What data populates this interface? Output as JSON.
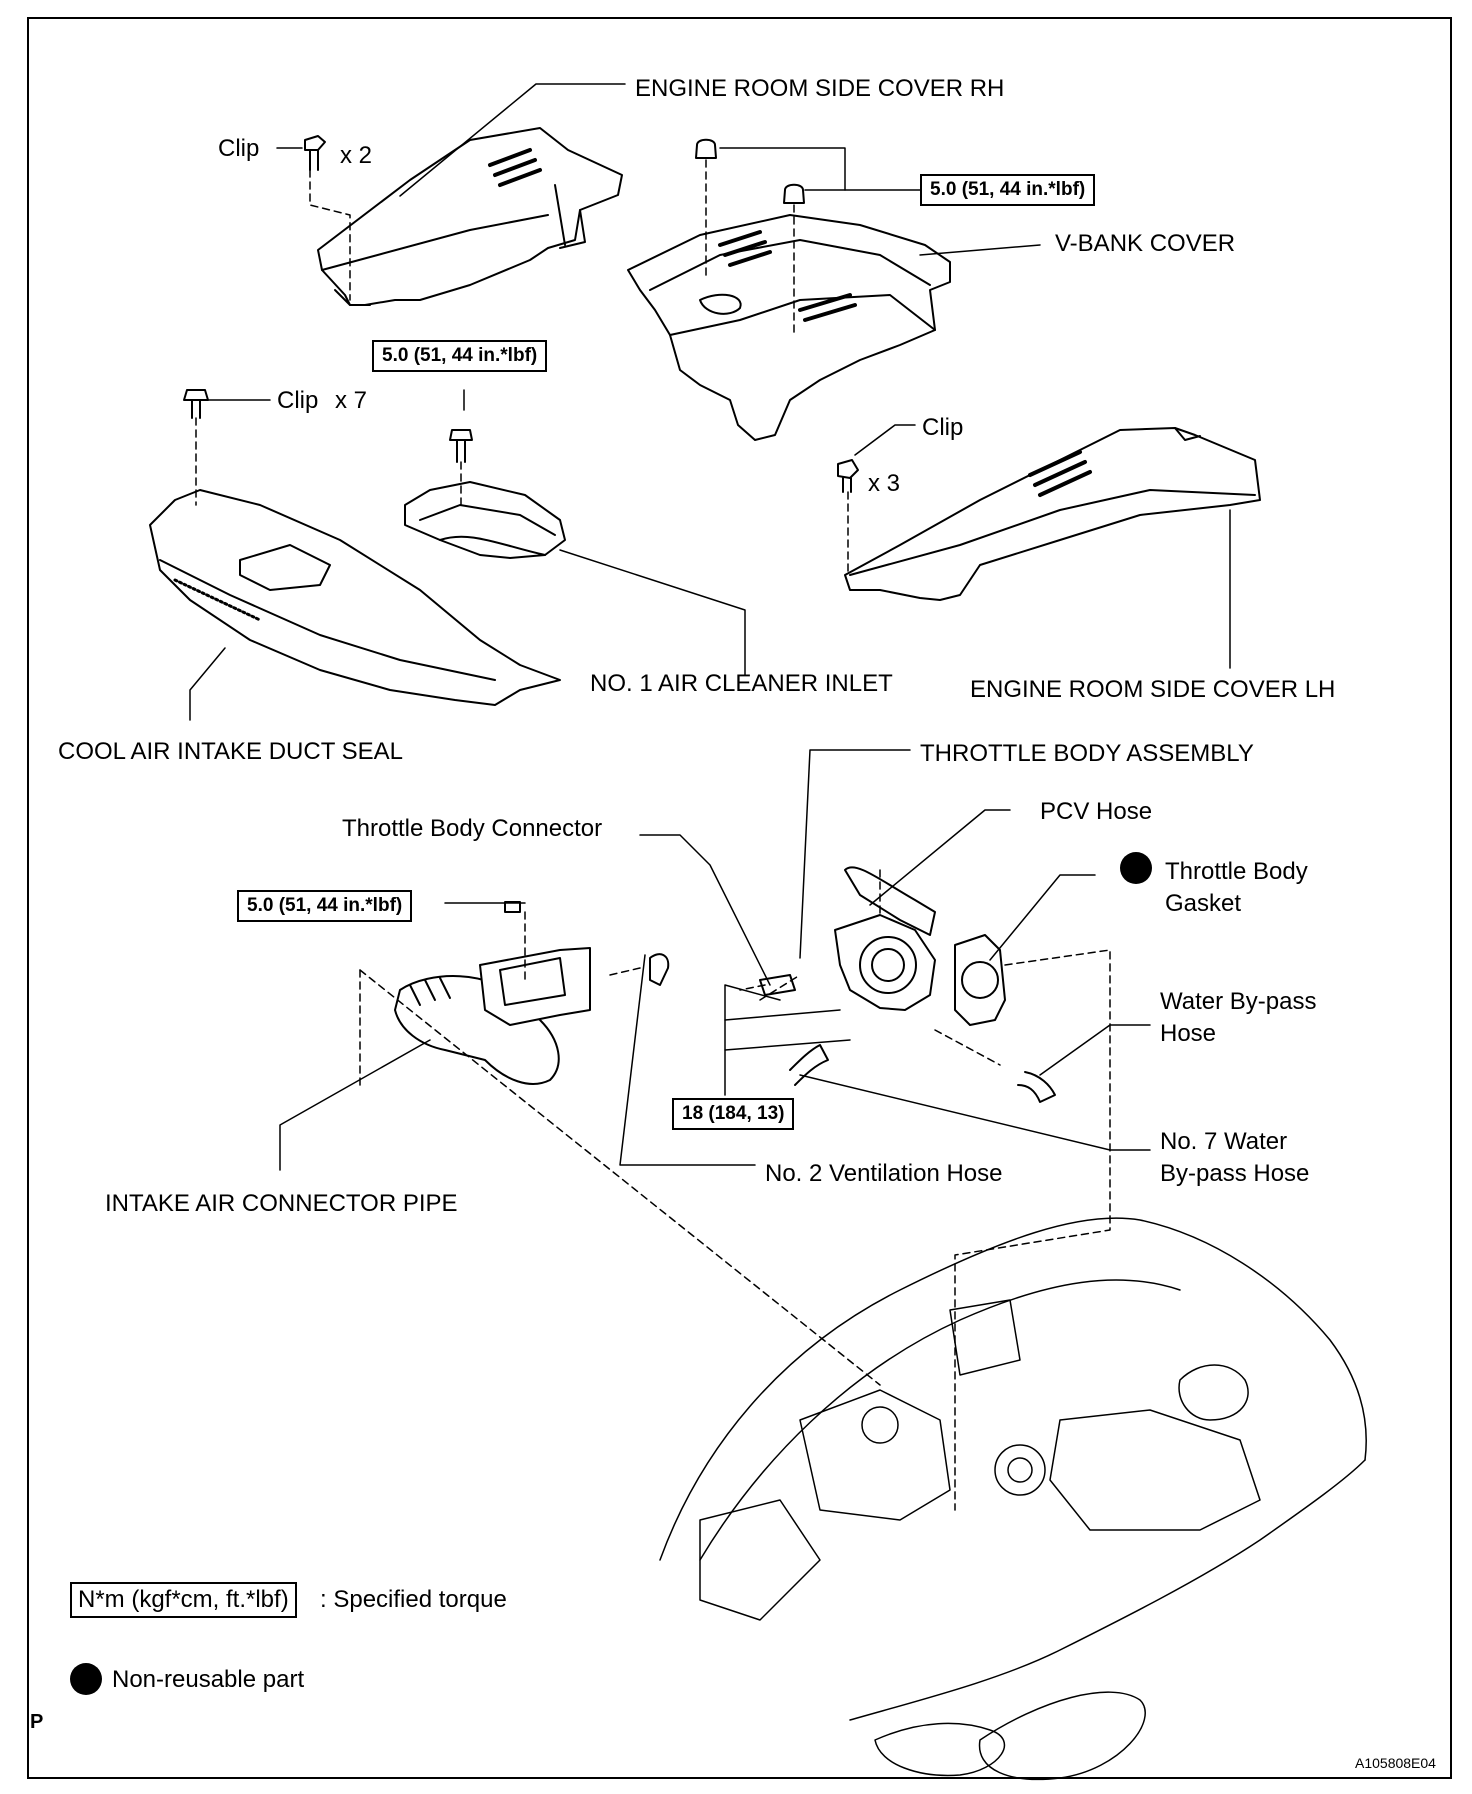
{
  "labels": {
    "engine_room_side_cover_rh": "ENGINE ROOM SIDE COVER RH",
    "v_bank_cover": "V-BANK COVER",
    "no1_air_cleaner_inlet": "NO. 1 AIR CLEANER INLET",
    "engine_room_side_cover_lh": "ENGINE ROOM SIDE COVER LH",
    "cool_air_intake_duct_seal": "COOL AIR INTAKE DUCT SEAL",
    "throttle_body_assembly": "THROTTLE BODY ASSEMBLY",
    "throttle_body_connector": "Throttle Body Connector",
    "pcv_hose": "PCV Hose",
    "throttle_body_gasket_line1": "Throttle Body",
    "throttle_body_gasket_line2": "Gasket",
    "water_bypass_hose_line1": "Water By-pass",
    "water_bypass_hose_line2": "Hose",
    "no7_water_bypass_line1": "No. 7 Water",
    "no7_water_bypass_line2": "By-pass Hose",
    "no2_ventilation_hose": "No. 2 Ventilation Hose",
    "intake_air_connector_pipe": "INTAKE AIR CONNECTOR PIPE",
    "clip_rh": "Clip",
    "clip_rh_qty": "x 2",
    "clip_seal": "Clip",
    "clip_seal_qty": "x 7",
    "clip_lh": "Clip",
    "clip_lh_qty": "x 3"
  },
  "torques": {
    "v_bank": "5.0 (51, 44 in.*lbf)",
    "air_cleaner_inlet": "5.0 (51, 44 in.*lbf)",
    "intake_pipe": "5.0 (51, 44 in.*lbf)",
    "throttle_body": "18 (184, 13)"
  },
  "legend": {
    "torque_unit": "N*m (kgf*cm, ft.*lbf)",
    "torque_desc": ": Specified torque",
    "nonreusable_desc": "Non-reusable part"
  },
  "corner_mark": "P",
  "figure_id": "A105808E04"
}
